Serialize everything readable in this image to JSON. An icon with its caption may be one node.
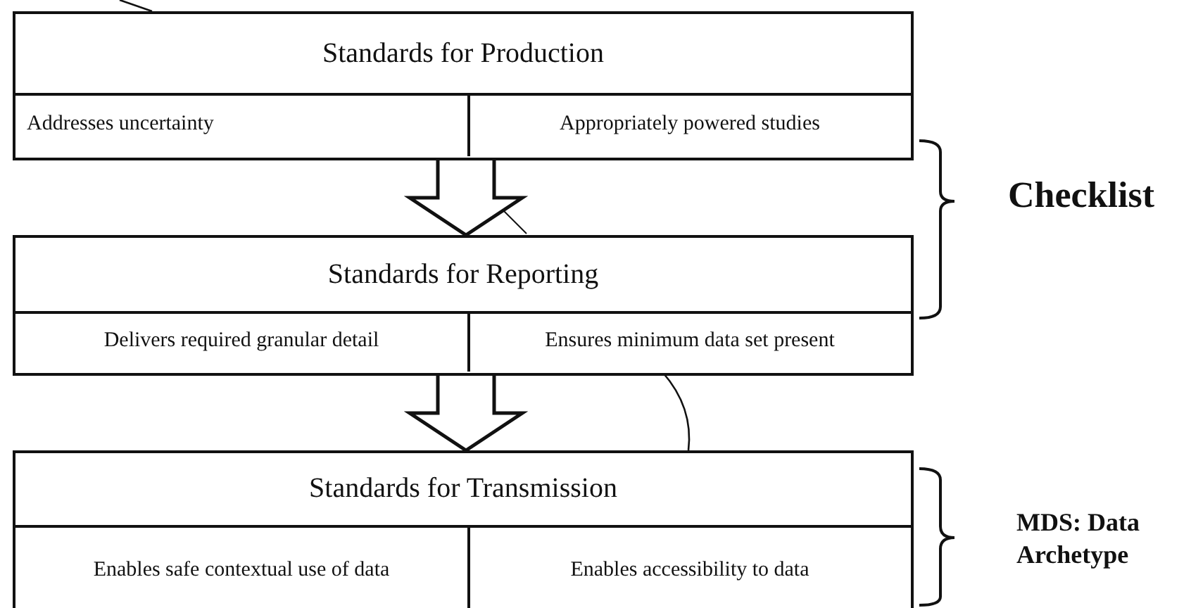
{
  "diagram": {
    "nodes": [
      {
        "text": [
          "Standards for Production"
        ]
      },
      {
        "text": [
          "Addresses uncertainty"
        ],
        "in": 0
      },
      {
        "text": [
          "Appropriately powered studies"
        ],
        "in": 0
      },
      {
        "text": [
          "Standards for Reporting"
        ]
      },
      {
        "text": [
          "Delivers required granular detail"
        ],
        "in": 3
      },
      {
        "text": [
          "Ensures minimum data set present"
        ],
        "in": 3
      },
      {
        "text": [
          "Standards for Transmission"
        ]
      },
      {
        "text": [
          "Enables safe contextual use of data"
        ],
        "in": 6
      },
      {
        "text": [
          "Enables accessibility to data"
        ],
        "in": 6
      }
    ],
    "edges": [
      {
        "from": 0,
        "to": 3,
        "arrow": "to",
        "style": "thick"
      },
      {
        "from": 3,
        "to": 6,
        "arrow": "to",
        "style": "thick"
      },
      {
        "from": 5,
        "to": 6,
        "arrow": "none"
      }
    ],
    "labels": [
      "Checklist",
      "MDS: Data Archetype"
    ]
  }
}
